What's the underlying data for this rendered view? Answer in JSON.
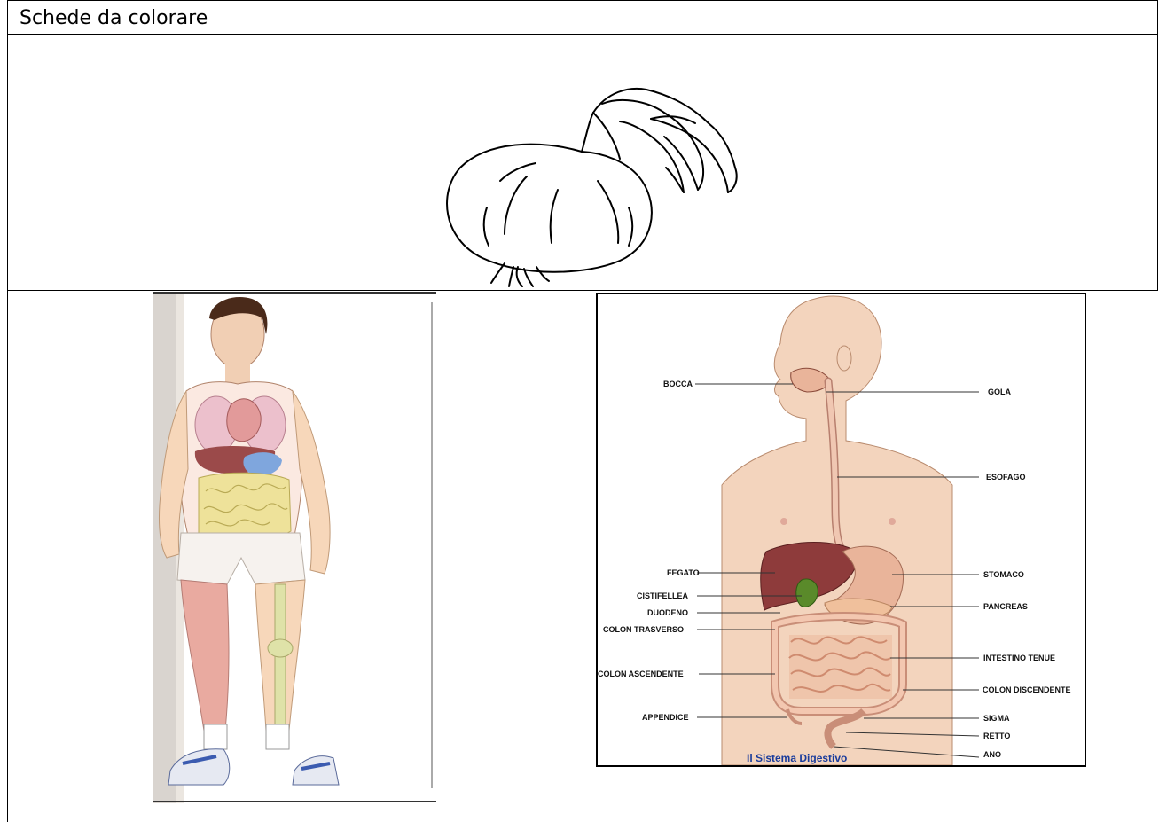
{
  "page": {
    "title": "Schede da colorare"
  },
  "digestive": {
    "caption": "Il Sistema Digestivo",
    "labels": {
      "bocca": "BOCCA",
      "gola": "GOLA",
      "esofago": "ESOFAGO",
      "fegato": "FEGATO",
      "stomaco": "STOMACO",
      "cistifellea": "CISTIFELLEA",
      "pancreas": "PANCREAS",
      "duodeno": "DUODENO",
      "colon_trasverso": "COLON TRASVERSO",
      "intestino_tenue": "INTESTINO TENUE",
      "colon_ascendente": "COLON ASCENDENTE",
      "colon_discendente": "COLON DISCENDENTE",
      "appendice": "APPENDICE",
      "sigma": "SIGMA",
      "retto": "RETTO",
      "ano": "ANO"
    }
  },
  "colors": {
    "skin": "#f3d4bd",
    "liver": "#8e3b3b",
    "stomach": "#e9b49a",
    "intestine": "#e8a989",
    "gallbladder": "#5a8a2a",
    "lung": "#e9b7c4",
    "bone": "#d8dca0",
    "muscle": "#e8a8a0",
    "caption_blue": "#1a3c9c"
  }
}
